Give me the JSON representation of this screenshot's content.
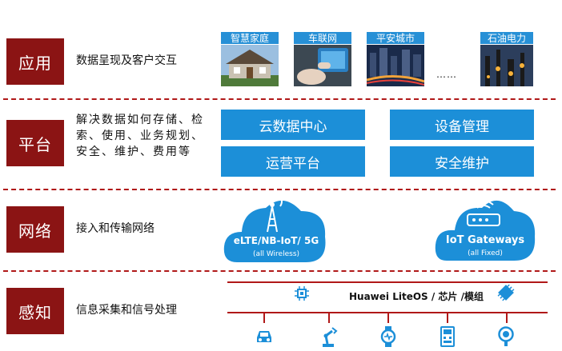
{
  "layers": [
    {
      "label": "应用",
      "desc": "数据呈现及客户交互"
    },
    {
      "label": "平台",
      "desc": "解决数据如何存储、检索、使用、业务规划、安全、维护、费用等"
    },
    {
      "label": "网络",
      "desc": "接入和传输网络"
    },
    {
      "label": "感知",
      "desc": "信息采集和信号处理"
    }
  ],
  "applications": {
    "items": [
      "智慧家庭",
      "车联网",
      "平安城市",
      "石油电力"
    ],
    "ellipsis": "……"
  },
  "platform": {
    "buttons": [
      "云数据中心",
      "设备管理",
      "运营平台",
      "安全维护"
    ]
  },
  "network": {
    "wireless": {
      "title": "eLTE/NB-IoT/ 5G",
      "sub": "(all Wireless)"
    },
    "gateway": {
      "title": "IoT Gateways",
      "sub": "(all Fixed)"
    }
  },
  "sensing": {
    "os_label": "Huawei LiteOS / 芯片 /模组",
    "device_icons": [
      "car-icon",
      "robot-arm-icon",
      "smartwatch-icon",
      "meter-icon",
      "sensor-icon"
    ]
  },
  "colors": {
    "layer_box": "#8b1414",
    "divider": "#b01818",
    "accent_blue": "#1c8fd8"
  }
}
